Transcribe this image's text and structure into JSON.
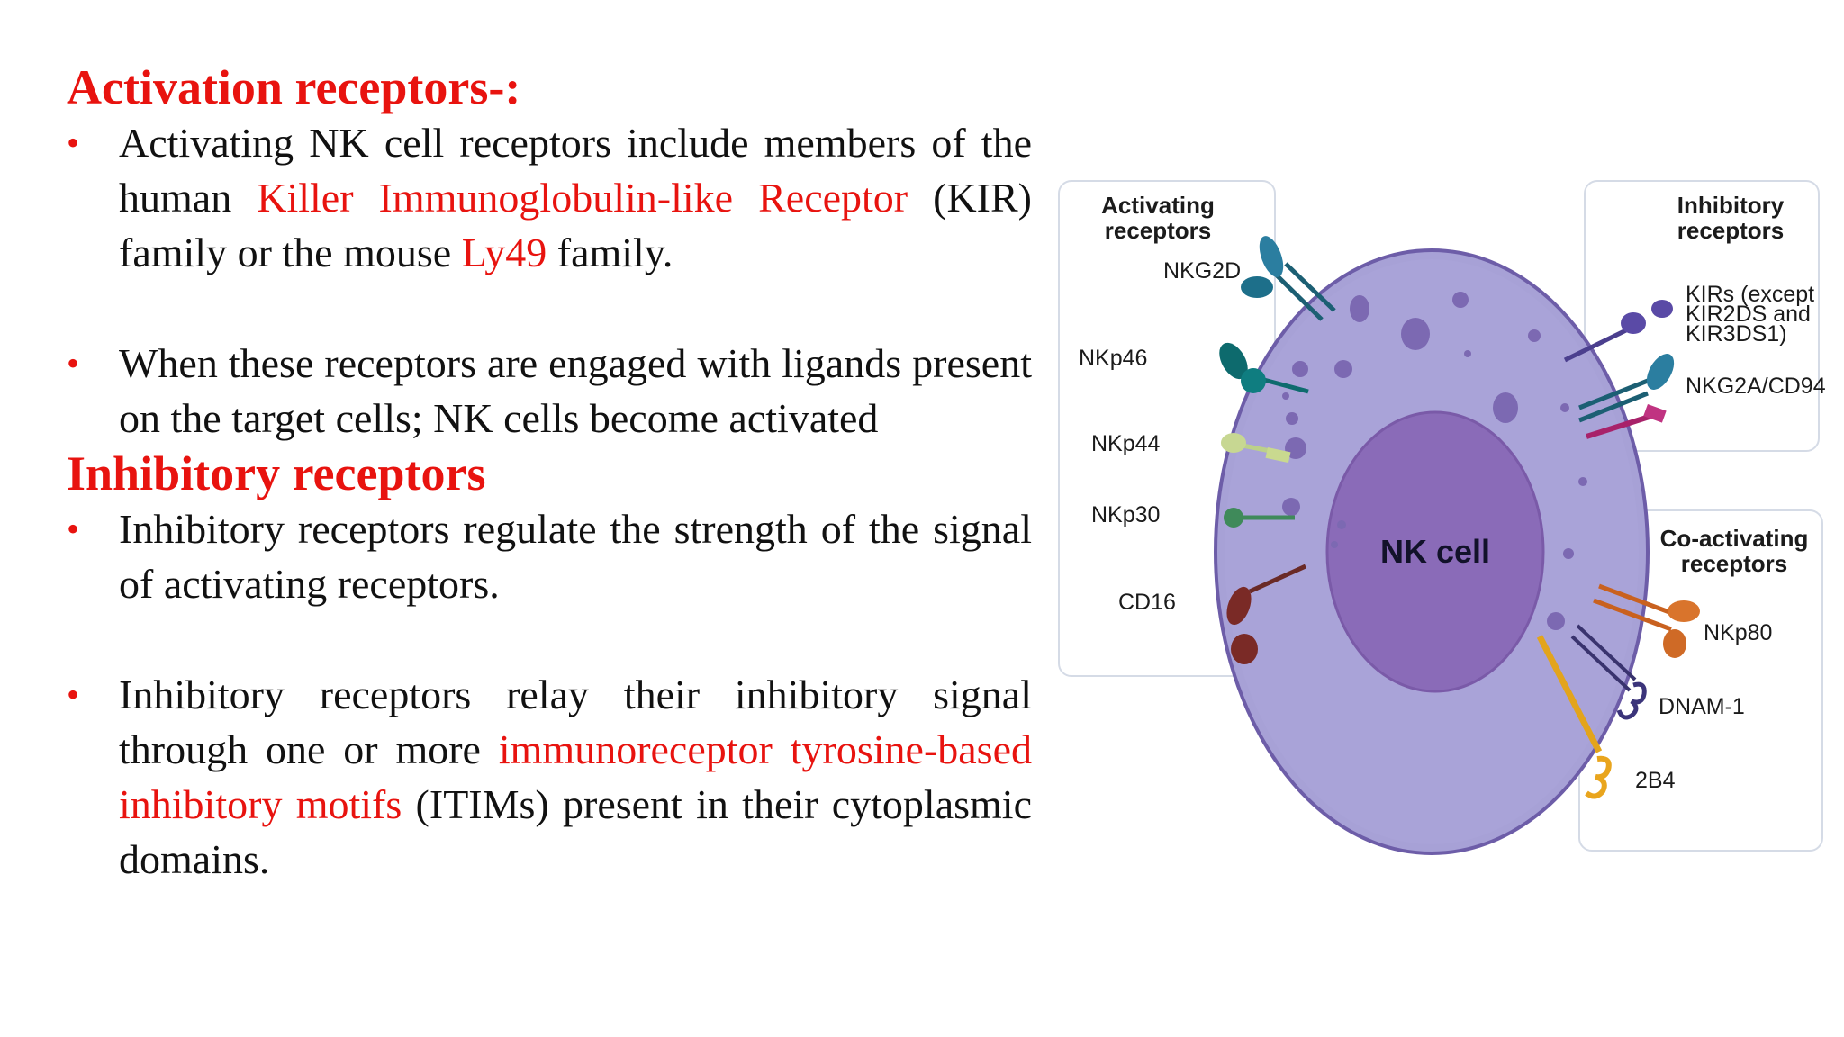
{
  "slide": {
    "heading_activation": "Activation receptors-:",
    "bullet1": {
      "part1": "Activating NK cell receptors include members of the human ",
      "red1": "Killer Immunoglobulin-like Receptor",
      "part2": " (KIR) family or the mouse ",
      "red2": "Ly49",
      "part3": " family."
    },
    "bullet2": {
      "text": "When these receptors are engaged with ligands present on the target cells; NK cells become activated"
    },
    "heading_inhibitory": "Inhibitory receptors",
    "bullet3": {
      "text": "Inhibitory receptors regulate the strength of the signal of activating receptors."
    },
    "bullet4": {
      "part1": "Inhibitory receptors relay their inhibitory signal through one or more ",
      "red1": "immunoreceptor tyrosine-based inhibitory motifs",
      "part2": " (ITIMs) present in their cytoplasmic domains."
    },
    "bullet_symbol": "•"
  },
  "diagram": {
    "cell_label": "NK cell",
    "activating_box": {
      "title_line1": "Activating",
      "title_line2": "receptors",
      "receptors": [
        "NKG2D",
        "NKp46",
        "NKp44",
        "NKp30",
        "CD16"
      ]
    },
    "inhibitory_box": {
      "title_line1": "Inhibitory",
      "title_line2": "receptors",
      "kir_line1": "KIRs (except",
      "kir_line2": "KIR2DS and",
      "kir_line3": "KIR3DS1)",
      "nkg2a": "NKG2A/CD94"
    },
    "coactivating_box": {
      "title_line1": "Co-activating",
      "title_line2": "receptors",
      "receptors": [
        "NKp80",
        "DNAM-1",
        "2B4"
      ]
    },
    "colors": {
      "red_text": "#e8130f",
      "cell_membrane": "#a9a0d4",
      "nucleus": "#8a6bb8",
      "vesicle": "#7f6cb0"
    }
  }
}
